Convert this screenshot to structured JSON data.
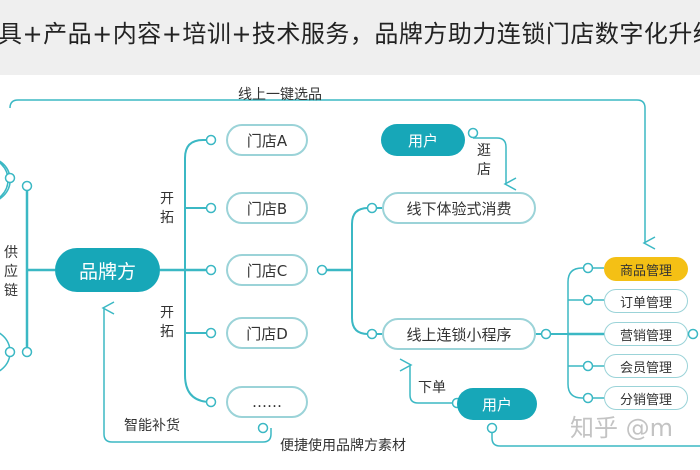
{
  "header": {
    "title": "具+产品+内容+培训+技术服务，品牌方助力连锁门店数字化升级"
  },
  "hub": {
    "brand": "品牌方"
  },
  "labels": {
    "supply_chain": "供应链",
    "expand_top": "开拓",
    "expand_bottom": "开拓",
    "browse": "逛店",
    "place_order": "下单",
    "online_selection": "线上一键选品",
    "smart_restock": "智能补货",
    "easy_materials": "便捷使用品牌方素材"
  },
  "stores": [
    "门店A",
    "门店B",
    "门店C",
    "门店D",
    "……"
  ],
  "channels": {
    "offline": "线下体验式消费",
    "online": "线上连锁小程序"
  },
  "users": {
    "top": "用户",
    "bottom": "用户"
  },
  "management": [
    "商品管理",
    "订单管理",
    "营销管理",
    "会员管理",
    "分销管理"
  ],
  "watermark": "知乎 @m",
  "colors": {
    "teal": "#17a7b8",
    "line": "#3bb8c4",
    "highlight": "#f4c015",
    "node_border": "#9bd3d8"
  }
}
